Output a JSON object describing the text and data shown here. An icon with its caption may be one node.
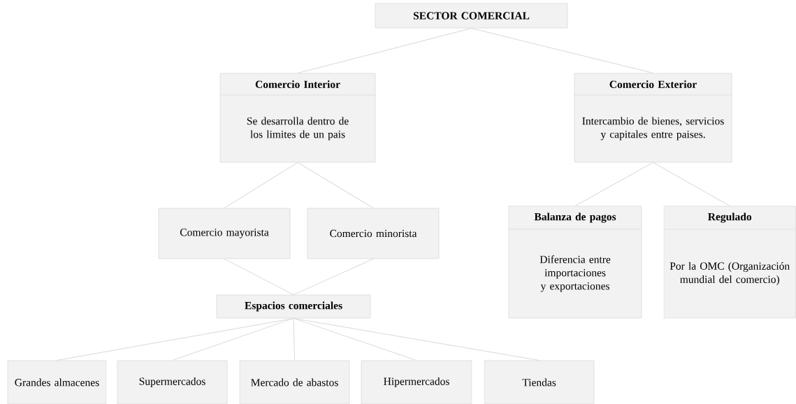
{
  "diagram": {
    "nodes": [
      {
        "text": [
          "SECTOR COMERCIAL"
        ]
      },
      {
        "text": [
          "Comercio Interior",
          "Se desarrolla dentro de los limites de un pais"
        ]
      },
      {
        "text": [
          "Comercio Exterior",
          "Intercambio de bienes, servicios y capitales entre paises."
        ]
      },
      {
        "text": [
          "Comercio mayorista"
        ]
      },
      {
        "text": [
          "Comercio minorista"
        ]
      },
      {
        "text": [
          "Balanza de pagos",
          "Diferencia entre importaciones y exportaciones"
        ]
      },
      {
        "text": [
          "Regulado",
          "Por la OMC (Organización mundial del comercio)"
        ]
      },
      {
        "text": [
          "Espacios comerciales"
        ]
      },
      {
        "text": [
          "Grandes almacenes"
        ]
      },
      {
        "text": [
          "Supermercados"
        ]
      },
      {
        "text": [
          "Mercado de abastos"
        ]
      },
      {
        "text": [
          "Hipermercados"
        ]
      },
      {
        "text": [
          "Tiendas"
        ]
      }
    ],
    "edges": [
      {
        "from": 0,
        "to": 1,
        "arrow": "none"
      },
      {
        "from": 0,
        "to": 2,
        "arrow": "none"
      },
      {
        "from": 1,
        "to": 3,
        "arrow": "none"
      },
      {
        "from": 1,
        "to": 4,
        "arrow": "none"
      },
      {
        "from": 2,
        "to": 5,
        "arrow": "none"
      },
      {
        "from": 2,
        "to": 6,
        "arrow": "none"
      },
      {
        "from": 3,
        "to": 7,
        "arrow": "none"
      },
      {
        "from": 4,
        "to": 7,
        "arrow": "none"
      },
      {
        "from": 7,
        "to": 8,
        "arrow": "none"
      },
      {
        "from": 7,
        "to": 9,
        "arrow": "none"
      },
      {
        "from": 7,
        "to": 10,
        "arrow": "none"
      },
      {
        "from": 7,
        "to": 11,
        "arrow": "none"
      },
      {
        "from": 7,
        "to": 12,
        "arrow": "none"
      }
    ]
  }
}
